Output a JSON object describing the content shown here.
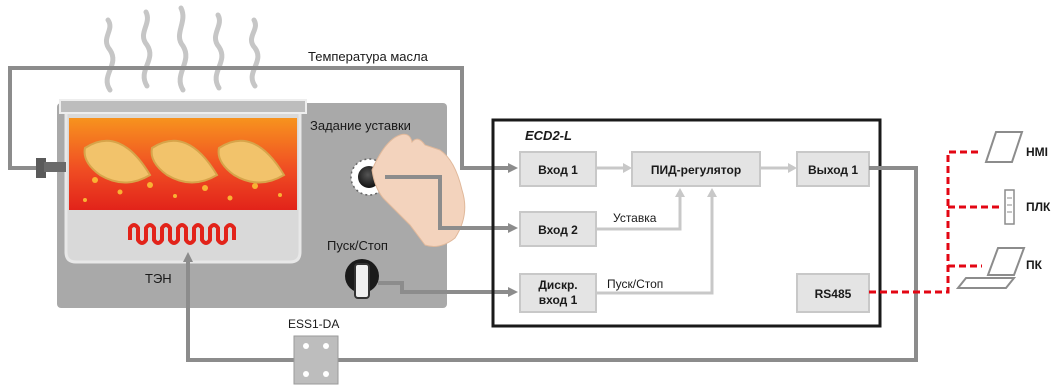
{
  "labels": {
    "oil_temp": "Температура масла",
    "setpoint_task": "Задание уставки",
    "start_stop_switch": "Пуск/Стоп",
    "heater": "ТЭН",
    "ssr": "ESS1-DA",
    "controller": "ECD2-L",
    "setpoint_line": "Уставка",
    "start_stop_line": "Пуск/Стоп"
  },
  "blocks": {
    "input1": "Вход 1",
    "input2": "Вход 2",
    "discrete_line1": "Дискр.",
    "discrete_line2": "вход 1",
    "pid": "ПИД-регулятор",
    "output1": "Выход 1",
    "rs485": "RS485"
  },
  "devices": {
    "hmi": "HMI",
    "plc": "ПЛК",
    "pc": "ПК"
  },
  "colors": {
    "wire": "#8c8c8c",
    "signal": "#c8c8c8",
    "network": "#e30613",
    "fryer_body": "#a9a9a9",
    "block_fill": "#e4e4e4"
  }
}
